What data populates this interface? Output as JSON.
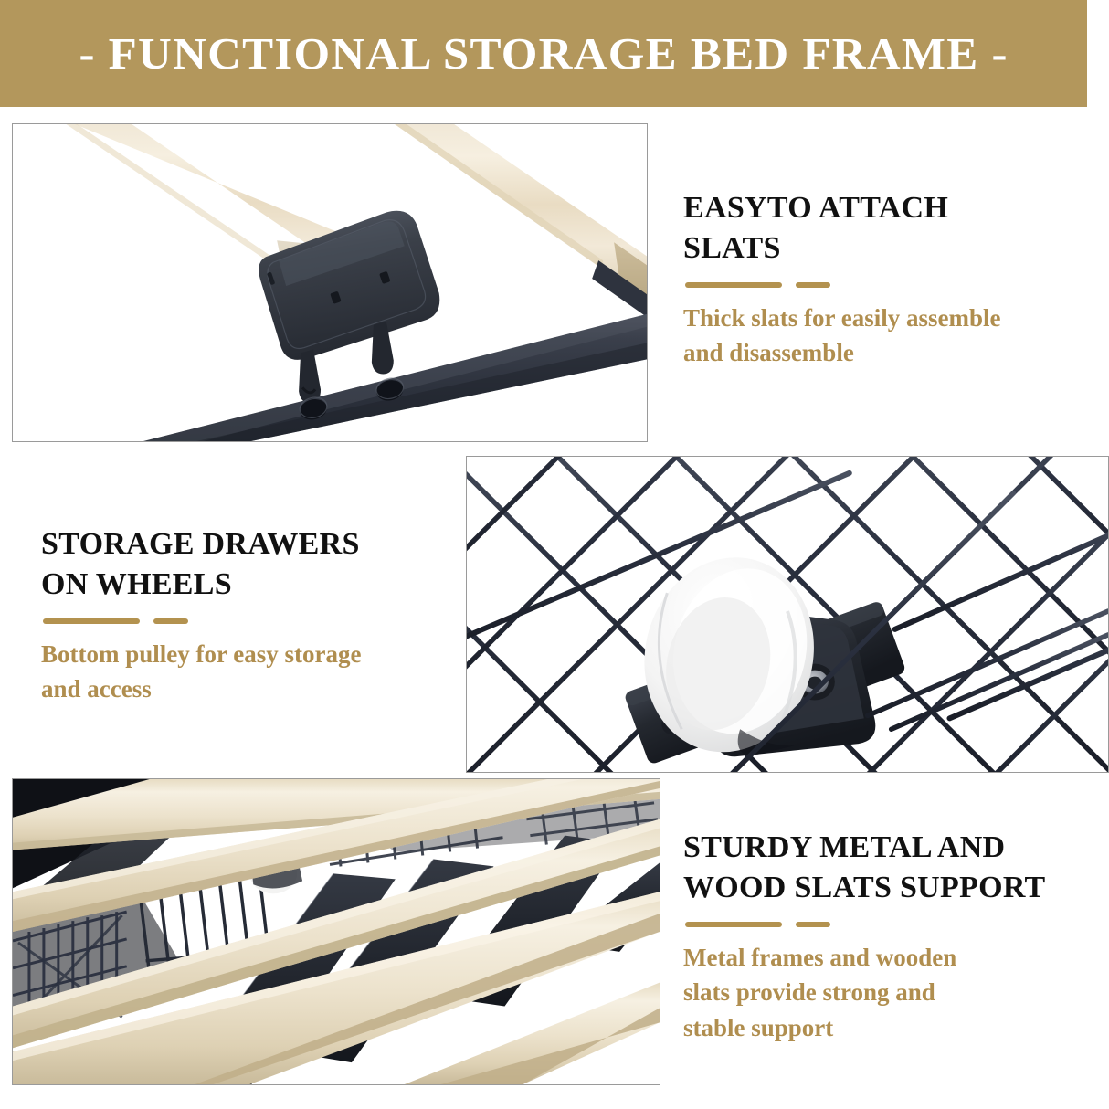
{
  "banner": {
    "title": "- FUNCTIONAL STORAGE BED FRAME -",
    "background_color": "#b3975c",
    "text_color": "#ffffff"
  },
  "theme": {
    "gold": "#b3924f",
    "gold_text": "#b08e4f",
    "heading_black": "#111111",
    "panel_border": "#9a9a9a",
    "metal_dark": "#2b3140",
    "wood_light": "#f0e6d2"
  },
  "features": [
    {
      "id": "easy-attach-slats",
      "title_line1": "EASYTO ATTACH",
      "title_line2": "SLATS",
      "description_line1": "Thick slats for easily assemble",
      "description_line2": "and disassemble",
      "photo_alt": "wood slat with black plastic end cap hooking onto dark metal bed rail"
    },
    {
      "id": "storage-drawers-on-wheels",
      "title_line1": "STORAGE DRAWERS",
      "title_line2": "ON WHEELS",
      "description_line1": "Bottom pulley for easy storage",
      "description_line2": "and access",
      "photo_alt": "white plastic caster wheel on black bracket mounted to wire mesh drawer basket"
    },
    {
      "id": "sturdy-metal-wood-support",
      "title_line1": "STURDY METAL AND",
      "title_line2": "WOOD SLATS SUPPORT",
      "description_line1": "Metal frames and wooden",
      "description_line2": "slats provide strong and",
      "description_line3": "stable support",
      "photo_alt": "row of wooden slats over black metal support bars above wire storage basket"
    }
  ]
}
